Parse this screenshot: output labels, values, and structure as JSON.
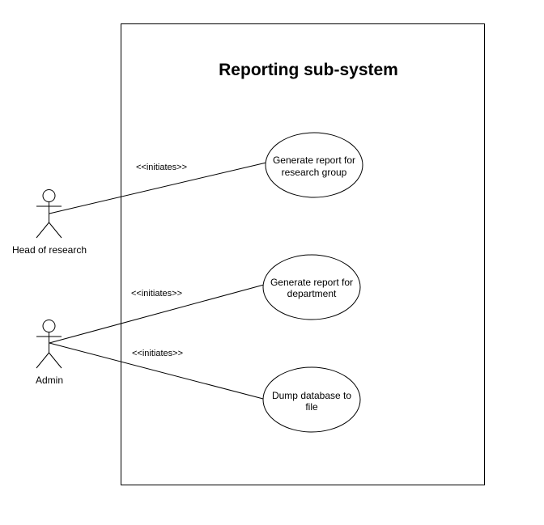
{
  "system": {
    "title": "Reporting sub-system"
  },
  "actors": [
    {
      "id": "head",
      "label": "Head of research"
    },
    {
      "id": "admin",
      "label": "Admin"
    }
  ],
  "use_cases": [
    {
      "id": "uc1",
      "lines": [
        "Generate report for",
        "research group"
      ]
    },
    {
      "id": "uc2",
      "lines": [
        "Generate report for",
        "department"
      ]
    },
    {
      "id": "uc3",
      "lines": [
        "Dump database to",
        "file"
      ]
    }
  ],
  "associations": [
    {
      "from": "head",
      "to": "uc1",
      "label": "<<initiates>>"
    },
    {
      "from": "admin",
      "to": "uc2",
      "label": "<<initiates>>"
    },
    {
      "from": "admin",
      "to": "uc3",
      "label": "<<initiates>>"
    }
  ],
  "colors": {
    "stroke": "#000000",
    "background": "#ffffff"
  }
}
